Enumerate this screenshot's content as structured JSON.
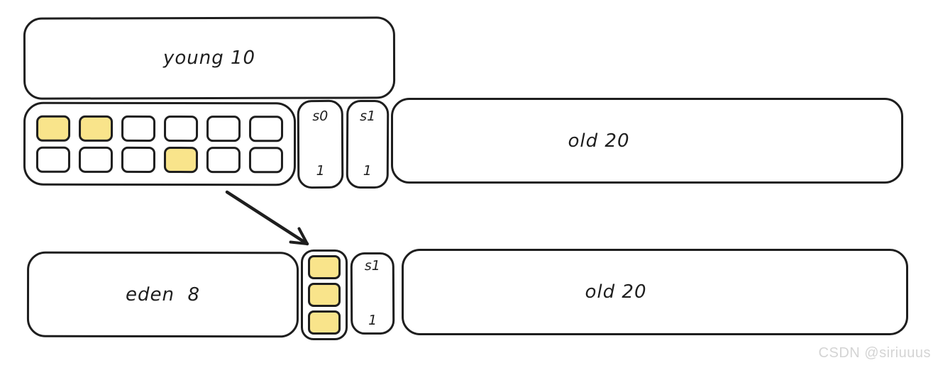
{
  "colors": {
    "stroke": "#1e1e1e",
    "fill_yellow": "#f9e48b",
    "watermark": "#d4d4d4"
  },
  "top_row": {
    "young": {
      "label": "young 10"
    },
    "objects": {
      "cells": [
        {
          "filled": true
        },
        {
          "filled": true
        },
        {
          "filled": false
        },
        {
          "filled": false
        },
        {
          "filled": false
        },
        {
          "filled": false
        },
        {
          "filled": false
        },
        {
          "filled": false
        },
        {
          "filled": false
        },
        {
          "filled": true
        },
        {
          "filled": false
        },
        {
          "filled": false
        }
      ]
    },
    "s0": {
      "line1": "s0",
      "line2": "1"
    },
    "s1": {
      "line1": "s1",
      "line2": "1"
    },
    "old": {
      "label": "old 20"
    }
  },
  "bottom_row": {
    "eden": {
      "label": "eden  8"
    },
    "stack": {
      "cells": [
        {
          "filled": true
        },
        {
          "filled": true
        },
        {
          "filled": true
        }
      ]
    },
    "s1": {
      "line1": "s1",
      "line2": "1"
    },
    "old": {
      "label": "old 20"
    }
  },
  "watermark": {
    "text": "CSDN @siriuuus"
  }
}
